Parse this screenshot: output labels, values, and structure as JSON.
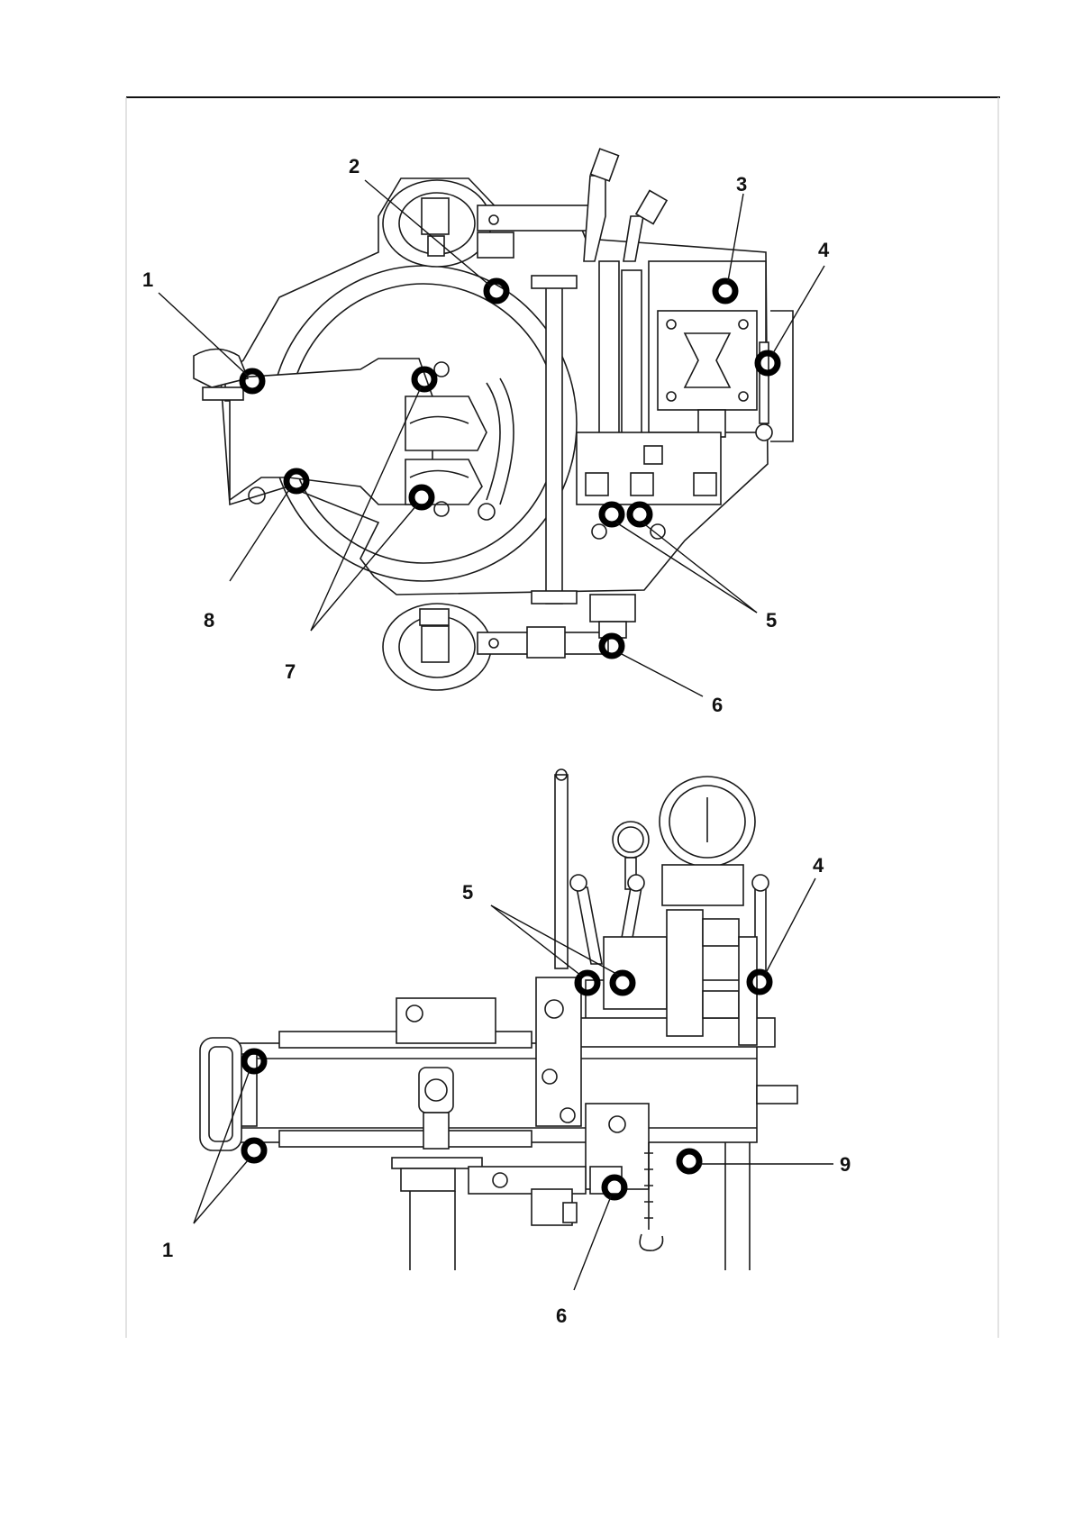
{
  "callouts_top": [
    "1",
    "2",
    "3",
    "4",
    "5",
    "6",
    "7",
    "8"
  ],
  "callouts_bottom": [
    "1",
    "4",
    "5",
    "6",
    "9"
  ],
  "colors": {
    "ink": "#111111",
    "background": "#ffffff"
  }
}
